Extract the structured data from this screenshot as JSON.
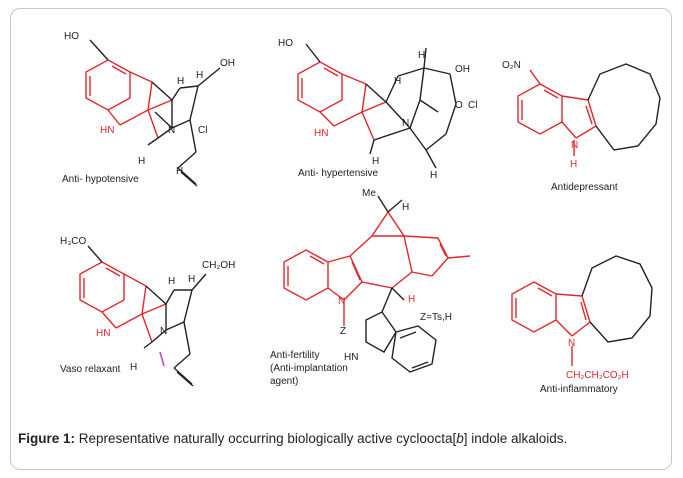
{
  "figure": {
    "caption_label": "Figure 1:",
    "caption_text_1": " Representative naturally occurring biologically active cycloocta[",
    "caption_italic": "b",
    "caption_text_2": "] indole alkaloids."
  },
  "compounds": [
    {
      "id": "c1",
      "activity": "Anti- hypotensive",
      "atoms": {
        "ho": "HO",
        "oh": "OH",
        "hn": "HN",
        "cl": "Cl",
        "n": "N",
        "h1": "H",
        "h2": "H",
        "h3": "H",
        "h4": "H"
      }
    },
    {
      "id": "c2",
      "activity": "Anti- hypertensive",
      "atoms": {
        "ho": "HO",
        "oh": "OH",
        "hn": "HN",
        "cl": "Cl",
        "n": "N",
        "o": "O",
        "h1": "H",
        "h2": "H",
        "h3": "H",
        "h4": "H"
      }
    },
    {
      "id": "c3",
      "activity": "Antidepressant",
      "atoms": {
        "no2": "O₂N",
        "n": "N",
        "h": "H"
      }
    },
    {
      "id": "c4",
      "activity": "Vaso relaxant",
      "atoms": {
        "h3co": "H₃CO",
        "ch2oh": "CH₂OH",
        "hn": "HN",
        "n": "N",
        "h1": "H",
        "h2": "H",
        "h3": "H"
      }
    },
    {
      "id": "c5",
      "activity": "Anti-fertility\n(Anti-implantation\nagent)",
      "activity_lines": [
        "Anti-fertility",
        "(Anti-implantation",
        "agent)"
      ],
      "atoms": {
        "me": "Me",
        "h1": "H",
        "h2": "H",
        "n": "N",
        "z": "Z",
        "hn": "HN",
        "zdef": "Z=Ts,H"
      }
    },
    {
      "id": "c6",
      "activity": "Anti-inflammatory",
      "atoms": {
        "n": "N",
        "chain": "CH₂CH₂CO₂H"
      }
    }
  ],
  "colors": {
    "ring": "#e2262b",
    "text": "#222222",
    "frame": "#c8c8c8",
    "accent": "#c04ad0"
  }
}
